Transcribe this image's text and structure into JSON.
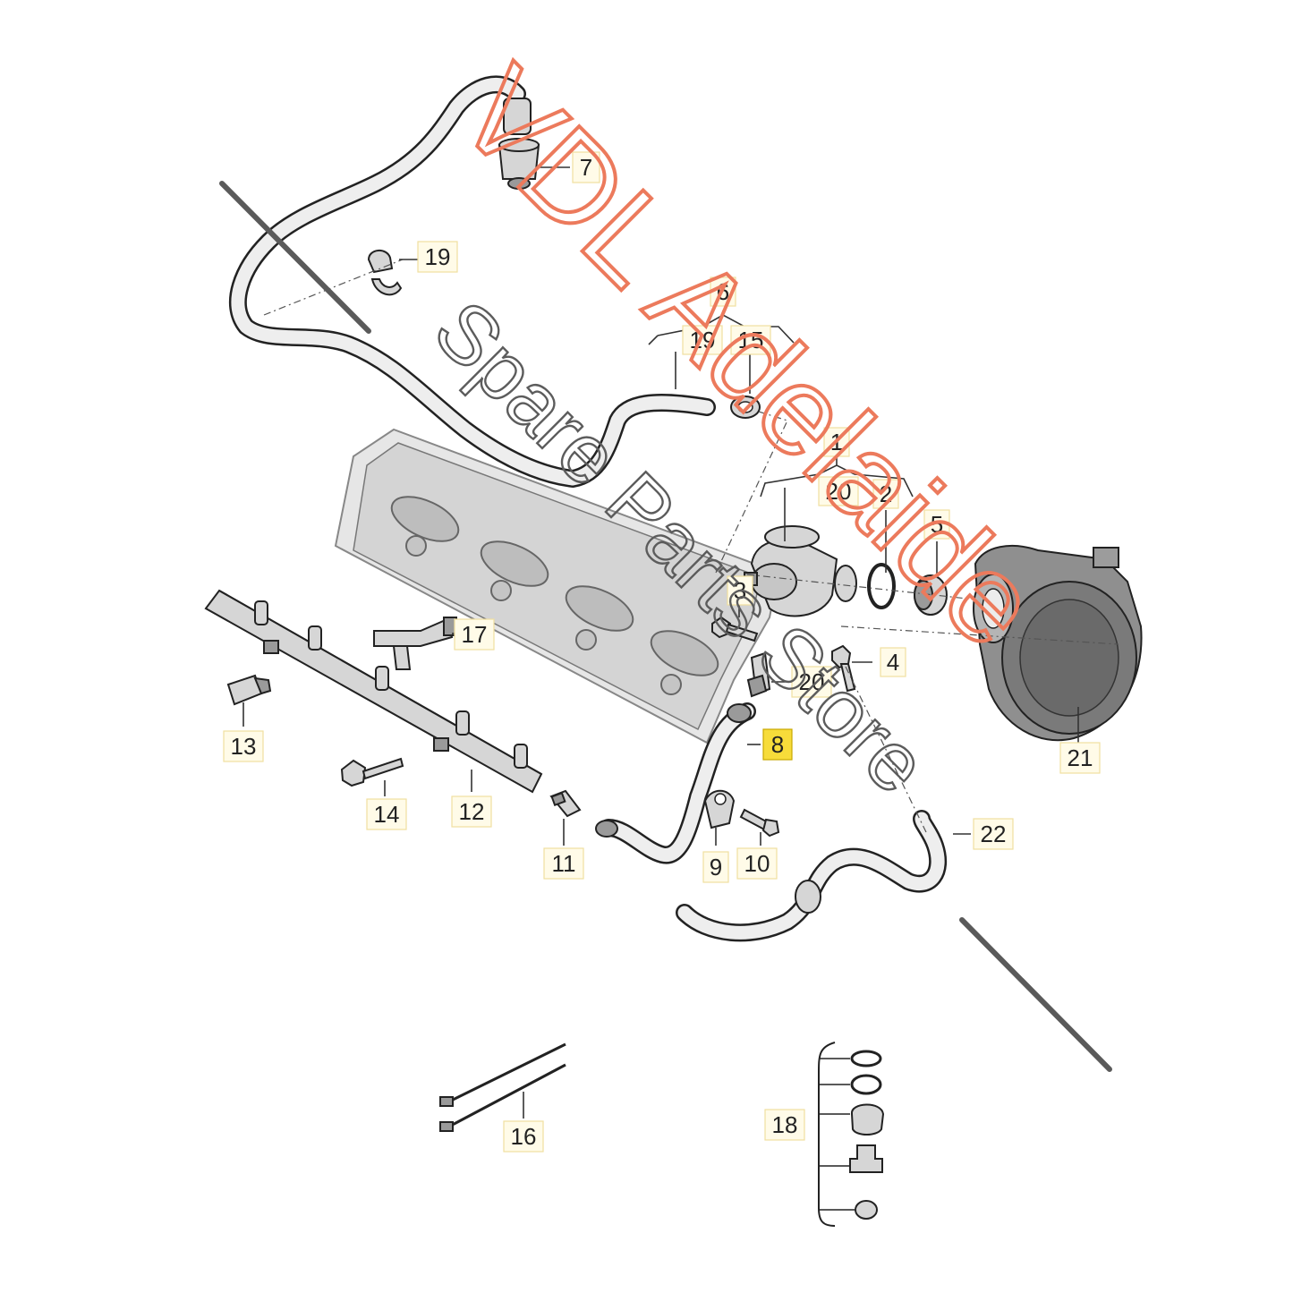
{
  "watermark": {
    "line1": "VDL Adelaide",
    "line2": "Spare Parts Store",
    "color_primary": "#ec7a5c",
    "color_secondary": "#5c5c5c"
  },
  "callouts": [
    {
      "id": "c1",
      "label": "1"
    },
    {
      "id": "c20a",
      "label": "20"
    },
    {
      "id": "c2",
      "label": "2"
    },
    {
      "id": "c3",
      "label": "3"
    },
    {
      "id": "c4",
      "label": "4"
    },
    {
      "id": "c5",
      "label": "5"
    },
    {
      "id": "c6",
      "label": "6"
    },
    {
      "id": "c19a",
      "label": "19"
    },
    {
      "id": "c15",
      "label": "15"
    },
    {
      "id": "c7",
      "label": "7"
    },
    {
      "id": "c19b",
      "label": "19"
    },
    {
      "id": "c8",
      "label": "8",
      "highlighted": true
    },
    {
      "id": "c9",
      "label": "9"
    },
    {
      "id": "c10",
      "label": "10"
    },
    {
      "id": "c11",
      "label": "11"
    },
    {
      "id": "c12",
      "label": "12"
    },
    {
      "id": "c13",
      "label": "13"
    },
    {
      "id": "c14",
      "label": "14"
    },
    {
      "id": "c16",
      "label": "16"
    },
    {
      "id": "c17",
      "label": "17"
    },
    {
      "id": "c18",
      "label": "18"
    },
    {
      "id": "c20b",
      "label": "20"
    },
    {
      "id": "c21",
      "label": "21"
    },
    {
      "id": "c22",
      "label": "22"
    }
  ],
  "highlight_color": "#f7dc3a"
}
